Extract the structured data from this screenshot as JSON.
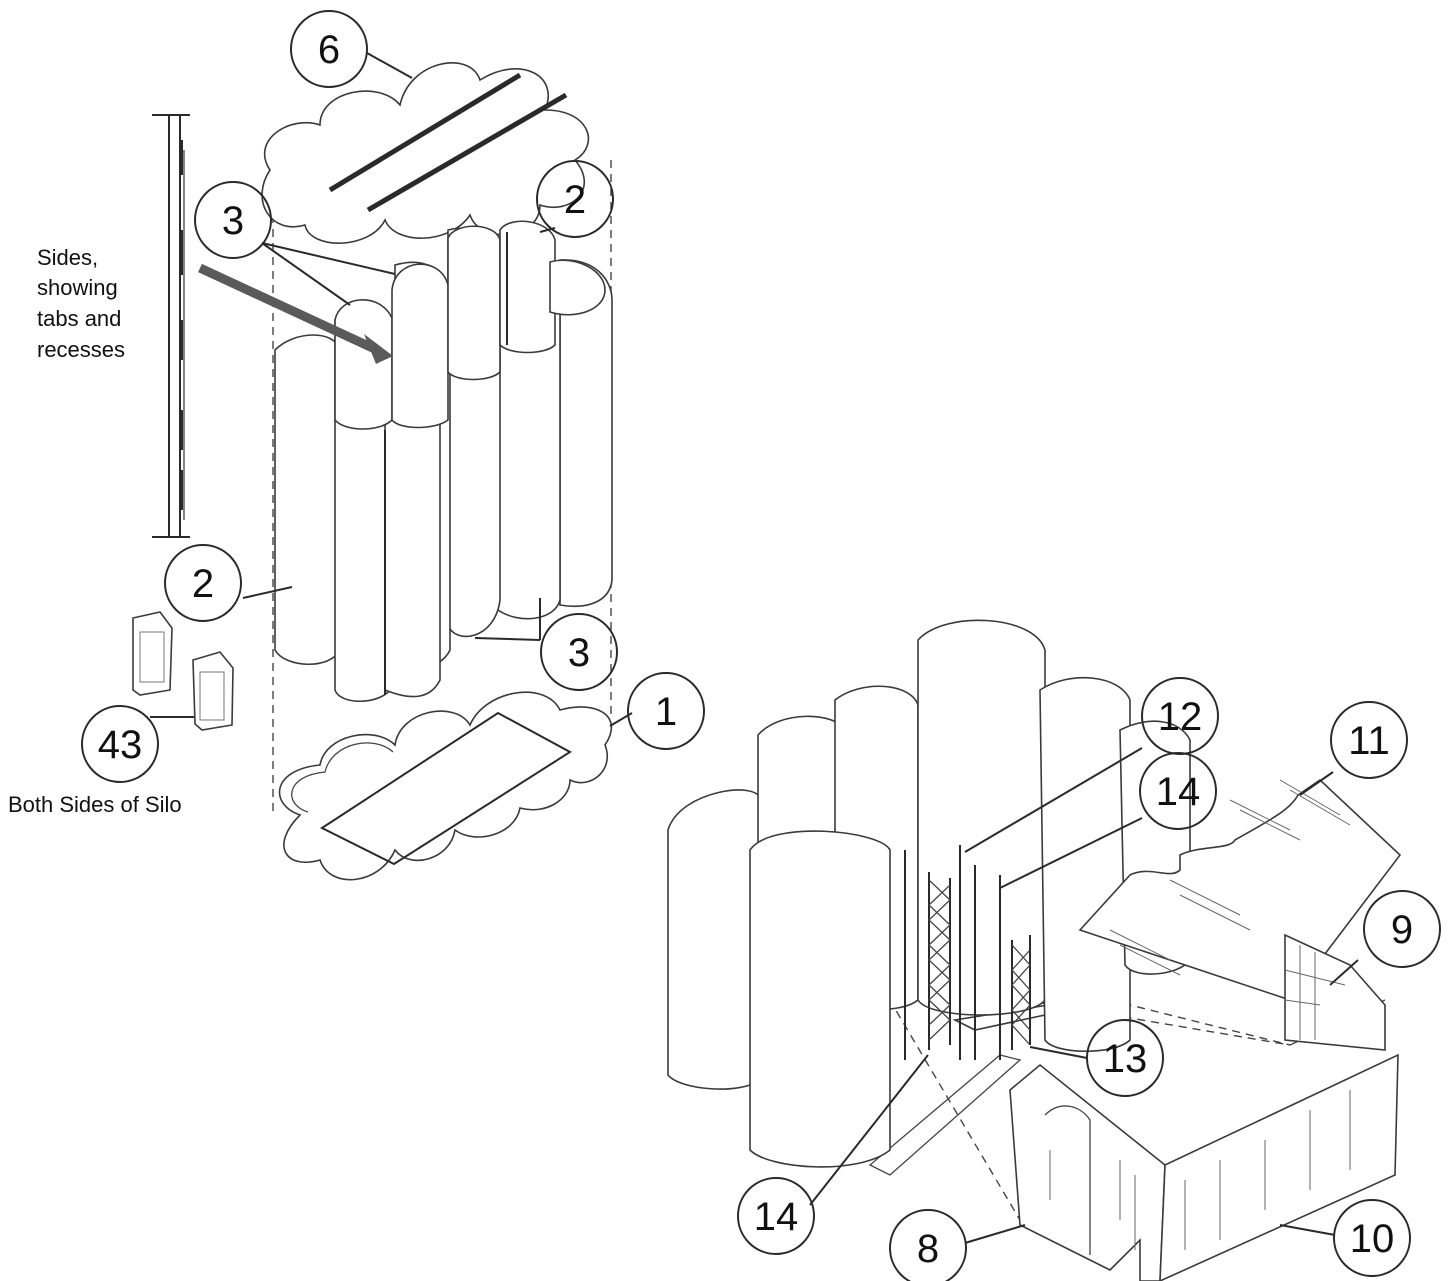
{
  "callouts": {
    "c6": "6",
    "c2_top": "2",
    "c3_top": "3",
    "c2_left": "2",
    "c3_mid": "3",
    "c1": "1",
    "c43": "43",
    "c12": "12",
    "c11": "11",
    "c14_top": "14",
    "c9": "9",
    "c13": "13",
    "c14_bottom": "14",
    "c8": "8",
    "c10": "10"
  },
  "notes": {
    "sides_lines": [
      "Sides,",
      "showing",
      "tabs and",
      "recesses"
    ],
    "both_sides": "Both Sides of Silo"
  },
  "colors": {
    "line": "#2a2a2a",
    "arrow": "#5a5a5a",
    "background": "#ffffff"
  }
}
